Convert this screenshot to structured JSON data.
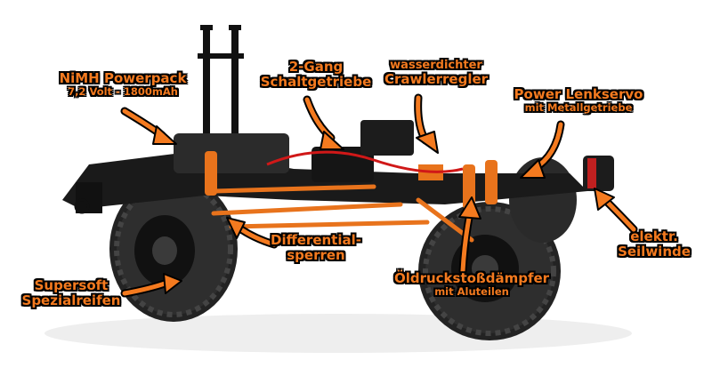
{
  "labels": {
    "powerpack": {
      "line1": "NiMH Powerpack",
      "line2": "7,2 Volt - 1800mAh"
    },
    "gearbox": {
      "line1": "2-Gang",
      "line2": "Schaltgetriebe"
    },
    "regulator": {
      "line1": "wasserdichter",
      "line2": "Crawlerregler"
    },
    "servo": {
      "line1": "Power Lenkservo",
      "line2": "mit Metallgetriebe"
    },
    "differential": {
      "line1": "Differential-",
      "line2": "sperren"
    },
    "winch": {
      "line1": "elektr.",
      "line2": "Seilwinde"
    },
    "tires": {
      "line1": "Supersoft",
      "line2": "Spezialreifen"
    },
    "shocks": {
      "line1": "Öldruckstoßdämpfer",
      "line2": "mit Aluteilen"
    }
  },
  "colors": {
    "label": "#f47a1f",
    "outline": "#000000",
    "chassis": "#1a1a1a",
    "accent": "#e8731c"
  }
}
